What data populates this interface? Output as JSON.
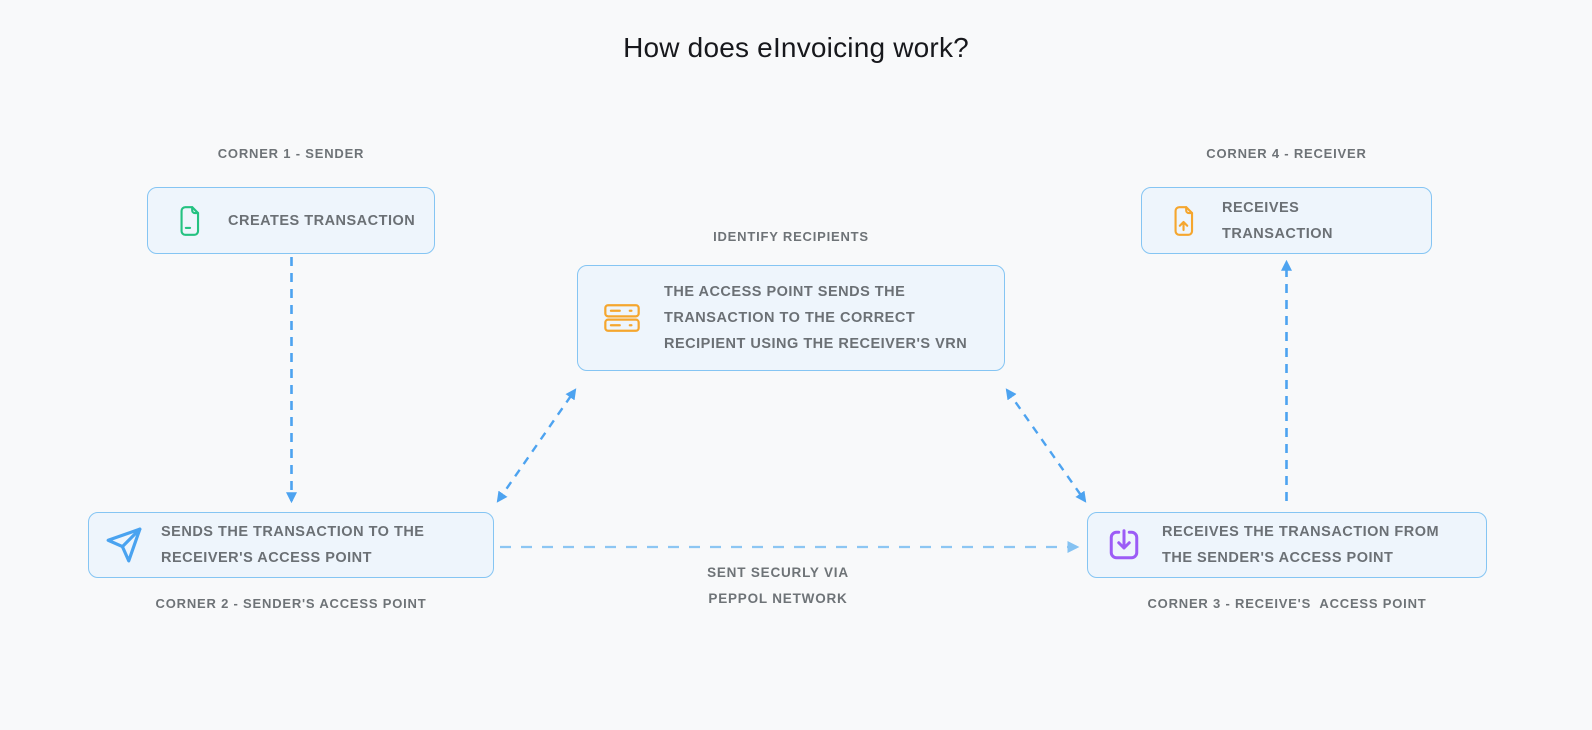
{
  "title": "How does eInvoicing work?",
  "colors": {
    "arrow": "#4da3f0",
    "arrow_light": "#8cc6f3",
    "box_border": "#85c5f3",
    "box_background": "#eef5fc",
    "green": "#24c281",
    "orange": "#f5a62e",
    "blue": "#4aa3f0",
    "purple": "#9c5cf6"
  },
  "nodes": {
    "corner1": {
      "label": "CORNER 1 - SENDER",
      "text": "CREATES TRANSACTION",
      "icon": "document-icon"
    },
    "corner2": {
      "label": "CORNER 2 - SENDER'S ACCESS POINT",
      "text": "SENDS THE TRANSACTION TO THE RECEIVER'S ACCESS POINT",
      "icon": "send-icon"
    },
    "corner3": {
      "label": "CORNER 3 - RECEIVE'S  ACCESS POINT",
      "text": "RECEIVES THE TRANSACTION FROM THE SENDER'S ACCESS POINT",
      "icon": "download-icon"
    },
    "corner4": {
      "label": "CORNER 4 - RECEIVER",
      "text": "RECEIVES TRANSACTION",
      "icon": "document-upload-icon"
    },
    "center": {
      "label": "IDENTIFY RECIPIENTS",
      "text": "THE ACCESS POINT SENDS THE TRANSACTION TO THE CORRECT RECIPIENT USING THE RECEIVER'S VRN",
      "icon": "server-icon"
    }
  },
  "network_note": {
    "line1": "SENT SECURLY VIA",
    "line2": "PEPPOL NETWORK"
  }
}
